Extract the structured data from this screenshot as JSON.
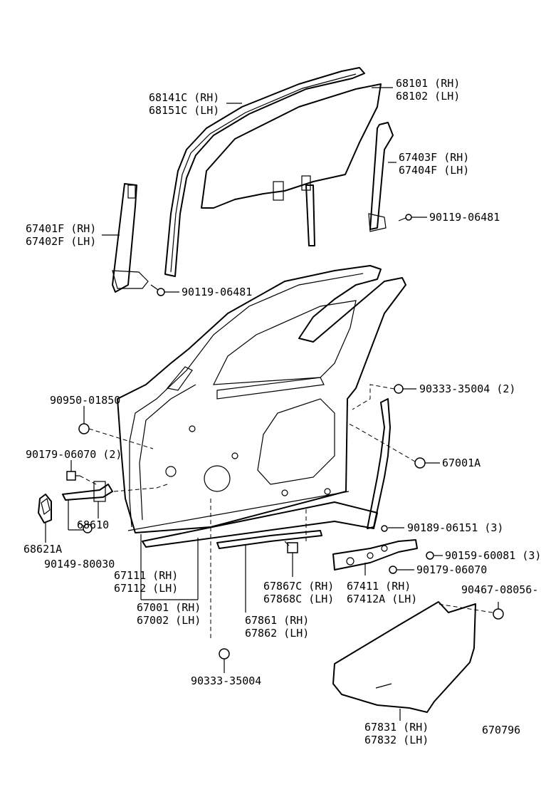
{
  "diagram_id": "670796",
  "parts": {
    "p68141": [
      "68141C (RH)",
      "68151C (LH)"
    ],
    "p68101": [
      "68101 (RH)",
      "68102 (LH)"
    ],
    "p67403": [
      "67403F (RH)",
      "67404F (LH)"
    ],
    "p90119a": [
      "90119-06481"
    ],
    "p67401": [
      "67401F (RH)",
      "67402F (LH)"
    ],
    "p90119b": [
      "90119-06481"
    ],
    "p90950": [
      "90950-01850"
    ],
    "p90333a": [
      "90333-35004 (2)"
    ],
    "p90179a": [
      "90179-06070 (2)"
    ],
    "p67001A": [
      "67001A"
    ],
    "p68610": [
      "68610"
    ],
    "p68621": [
      "68621A"
    ],
    "p90149": [
      "90149-80030"
    ],
    "p90189": [
      "90189-06151 (3)"
    ],
    "p90159": [
      "90159-60081 (3)"
    ],
    "p90179b": [
      "90179-06070"
    ],
    "p67111": [
      "67111 (RH)",
      "67112 (LH)"
    ],
    "p67867": [
      "67867C (RH)",
      "67868C (LH)"
    ],
    "p67411": [
      "67411  (RH)",
      "67412A (LH)"
    ],
    "p90467": [
      "90467-08056-"
    ],
    "p67001": [
      "67001 (RH)",
      "67002 (LH)"
    ],
    "p67861": [
      "67861 (RH)",
      "67862 (LH)"
    ],
    "p90333b": [
      "90333-35004"
    ],
    "p67831": [
      "67831 (RH)",
      "67832 (LH)"
    ]
  }
}
